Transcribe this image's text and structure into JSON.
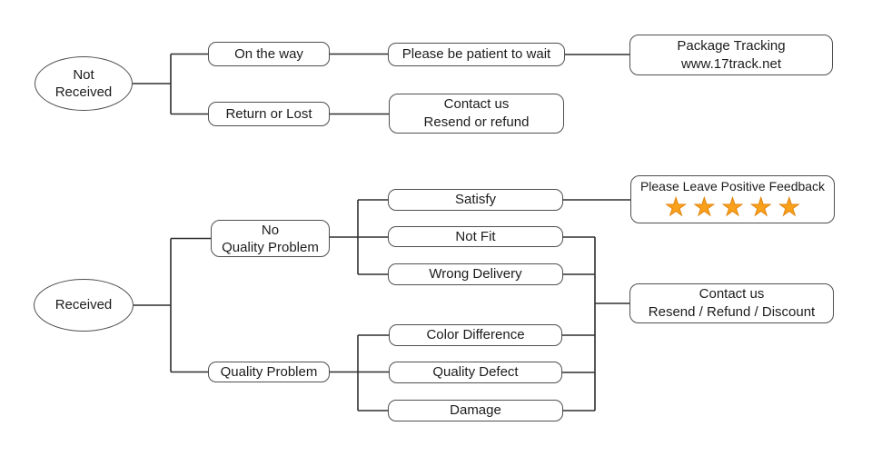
{
  "flowchart": {
    "colors": {
      "star": "#F9A11B",
      "line": "#2f2f2f",
      "border": "#4f4f4f",
      "background": "#ffffff"
    },
    "nodes": {
      "not_received": {
        "line1": "Not",
        "line2": "Received"
      },
      "on_the_way": {
        "label": "On the way"
      },
      "please_be_patient": {
        "label": "Please be patient to wait"
      },
      "package_tracking": {
        "line1": "Package Tracking",
        "line2": "www.17track.net"
      },
      "return_or_lost": {
        "label": "Return or Lost"
      },
      "contact_resend_refund": {
        "line1": "Contact us",
        "line2": "Resend or refund"
      },
      "received": {
        "label": "Received"
      },
      "no_quality_problem": {
        "line1": "No",
        "line2": "Quality Problem"
      },
      "quality_problem": {
        "label": "Quality Problem"
      },
      "satisfy": {
        "label": "Satisfy"
      },
      "not_fit": {
        "label": "Not Fit"
      },
      "wrong_delivery": {
        "label": "Wrong Delivery"
      },
      "color_difference": {
        "label": "Color Difference"
      },
      "quality_defect": {
        "label": "Quality Defect"
      },
      "damage": {
        "label": "Damage"
      },
      "positive_feedback": {
        "label": "Please Leave Positive Feedback",
        "stars_text": "★★★★★",
        "star_count": 5
      },
      "contact_resend_refund_discount": {
        "line1": "Contact us",
        "line2": "Resend / Refund / Discount"
      }
    },
    "edges": [
      {
        "from": "not_received",
        "to": "on_the_way"
      },
      {
        "from": "not_received",
        "to": "return_or_lost"
      },
      {
        "from": "on_the_way",
        "to": "please_be_patient"
      },
      {
        "from": "please_be_patient",
        "to": "package_tracking"
      },
      {
        "from": "return_or_lost",
        "to": "contact_resend_refund"
      },
      {
        "from": "received",
        "to": "no_quality_problem"
      },
      {
        "from": "received",
        "to": "quality_problem"
      },
      {
        "from": "no_quality_problem",
        "to": "satisfy"
      },
      {
        "from": "no_quality_problem",
        "to": "not_fit"
      },
      {
        "from": "no_quality_problem",
        "to": "wrong_delivery"
      },
      {
        "from": "quality_problem",
        "to": "color_difference"
      },
      {
        "from": "quality_problem",
        "to": "quality_defect"
      },
      {
        "from": "quality_problem",
        "to": "damage"
      },
      {
        "from": "satisfy",
        "to": "positive_feedback"
      },
      {
        "from": "not_fit",
        "to": "contact_resend_refund_discount"
      },
      {
        "from": "wrong_delivery",
        "to": "contact_resend_refund_discount"
      },
      {
        "from": "color_difference",
        "to": "contact_resend_refund_discount"
      },
      {
        "from": "quality_defect",
        "to": "contact_resend_refund_discount"
      },
      {
        "from": "damage",
        "to": "contact_resend_refund_discount"
      }
    ]
  }
}
